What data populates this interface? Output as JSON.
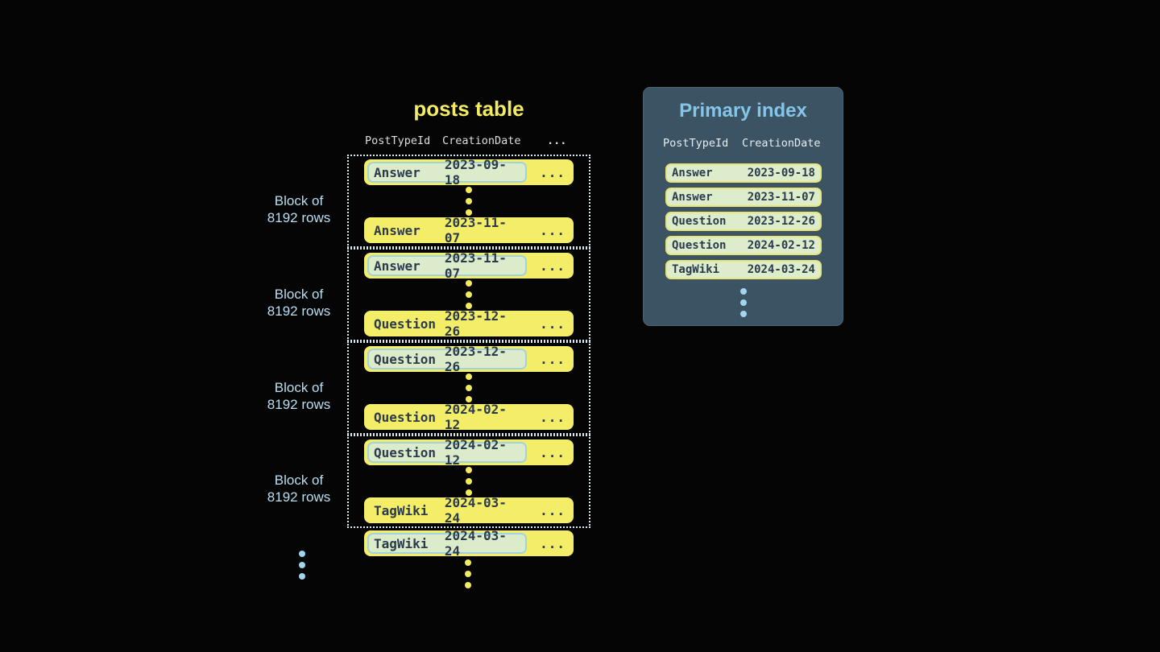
{
  "posts_table": {
    "title": "posts table",
    "columns": [
      "PostTypeId",
      "CreationDate"
    ],
    "ellipsis": "...",
    "block_label": {
      "line1": "Block of",
      "line2": "8192 rows"
    },
    "blocks": [
      {
        "first": {
          "post_type": "Answer",
          "creation_date": "2023-09-18"
        },
        "last": {
          "post_type": "Answer",
          "creation_date": "2023-11-07"
        }
      },
      {
        "first": {
          "post_type": "Answer",
          "creation_date": "2023-11-07"
        },
        "last": {
          "post_type": "Question",
          "creation_date": "2023-12-26"
        }
      },
      {
        "first": {
          "post_type": "Question",
          "creation_date": "2023-12-26"
        },
        "last": {
          "post_type": "Question",
          "creation_date": "2024-02-12"
        }
      },
      {
        "first": {
          "post_type": "Question",
          "creation_date": "2024-02-12"
        },
        "last": {
          "post_type": "TagWiki",
          "creation_date": "2024-03-24"
        }
      }
    ],
    "overflow_row": {
      "post_type": "TagWiki",
      "creation_date": "2024-03-24"
    }
  },
  "primary_index": {
    "title": "Primary index",
    "columns": [
      "PostTypeId",
      "CreationDate"
    ],
    "rows": [
      {
        "post_type": "Answer",
        "creation_date": "2023-09-18"
      },
      {
        "post_type": "Answer",
        "creation_date": "2023-11-07"
      },
      {
        "post_type": "Question",
        "creation_date": "2023-12-26"
      },
      {
        "post_type": "Question",
        "creation_date": "2024-02-12"
      },
      {
        "post_type": "TagWiki",
        "creation_date": "2024-03-24"
      }
    ]
  },
  "colors": {
    "background": "#050505",
    "row_yellow": "#f4ed68",
    "title_yellow": "#f3ec62",
    "highlight_fill": "#dcecca",
    "highlight_border": "#9fd2e3",
    "index_row_fill": "#ddecca",
    "index_row_border": "#e8e476",
    "dark_text": "#2b3b4d",
    "label_blue": "#b9dff2",
    "index_title_blue": "#85c6e8",
    "header_gray": "#dcdfe0",
    "dotted_border": "#d9e9ef",
    "panel_bg": "#3c5363",
    "dot_blue": "#a3d6ee",
    "dot_yellow": "#f2eb60"
  }
}
